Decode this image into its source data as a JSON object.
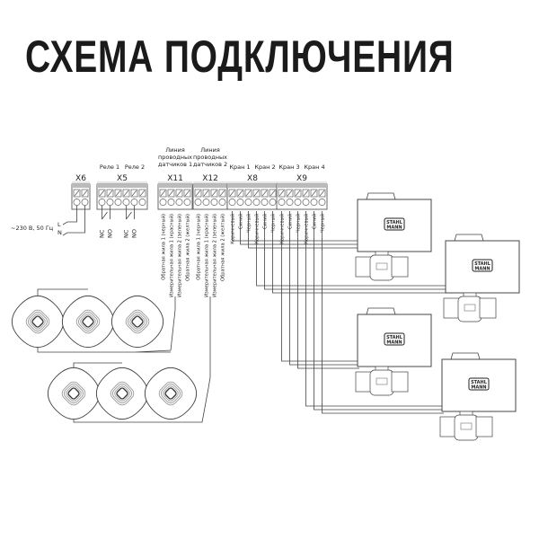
{
  "title": "СХЕМА ПОДКЛЮЧЕНИЯ",
  "power": {
    "label": "~230 В, 50 Гц",
    "L": "L",
    "N": "N"
  },
  "blocks": [
    {
      "id": "X6",
      "terminals": 2,
      "groups": [],
      "wires": []
    },
    {
      "id": "X5",
      "terminals": 6,
      "groups": [
        "Реле 1",
        "Реле 2"
      ],
      "wires": [
        "NC",
        "NO",
        "",
        "NC",
        "NO",
        ""
      ]
    },
    {
      "id": "X11",
      "terminals": 4,
      "groups": [
        "Линия проводных датчиков 1"
      ],
      "wires": [
        "Обратная жила 1 (черный)",
        "Измерительная жила 1 (красный)",
        "Измерительная жила 2 (зеленый)",
        "Обратная жила 2 (желтый)"
      ]
    },
    {
      "id": "X12",
      "terminals": 4,
      "groups": [
        "Линия проводных датчиков 2"
      ],
      "wires": [
        "Обратная жила 1 (черный)",
        "Измерительная жила 1 (красный)",
        "Измерительная жила 2 (зеленый)",
        "Обратная жила 2 (желтый)"
      ]
    },
    {
      "id": "X8",
      "terminals": 6,
      "groups": [
        "Кран 1",
        "Кран 2"
      ],
      "wires": [
        "Коричневый",
        "Синий",
        "Черный",
        "Коричневый",
        "Синий",
        "Черный"
      ]
    },
    {
      "id": "X9",
      "terminals": 6,
      "groups": [
        "Кран 3",
        "Кран 4"
      ],
      "wires": [
        "Коричневый",
        "Синий",
        "Черный",
        "Коричневый",
        "Синий",
        "Черный"
      ]
    }
  ],
  "valves": [
    {
      "brand": "STAHL MANN"
    },
    {
      "brand": "STAHL MANN"
    },
    {
      "brand": "STAHL MANN"
    },
    {
      "brand": "STAHL MANN"
    }
  ],
  "sensor_count": 6,
  "colors": {
    "line": "#444444",
    "fill": "#ffffff",
    "shade": "#9a9a9a",
    "text": "#1b1b1b"
  }
}
